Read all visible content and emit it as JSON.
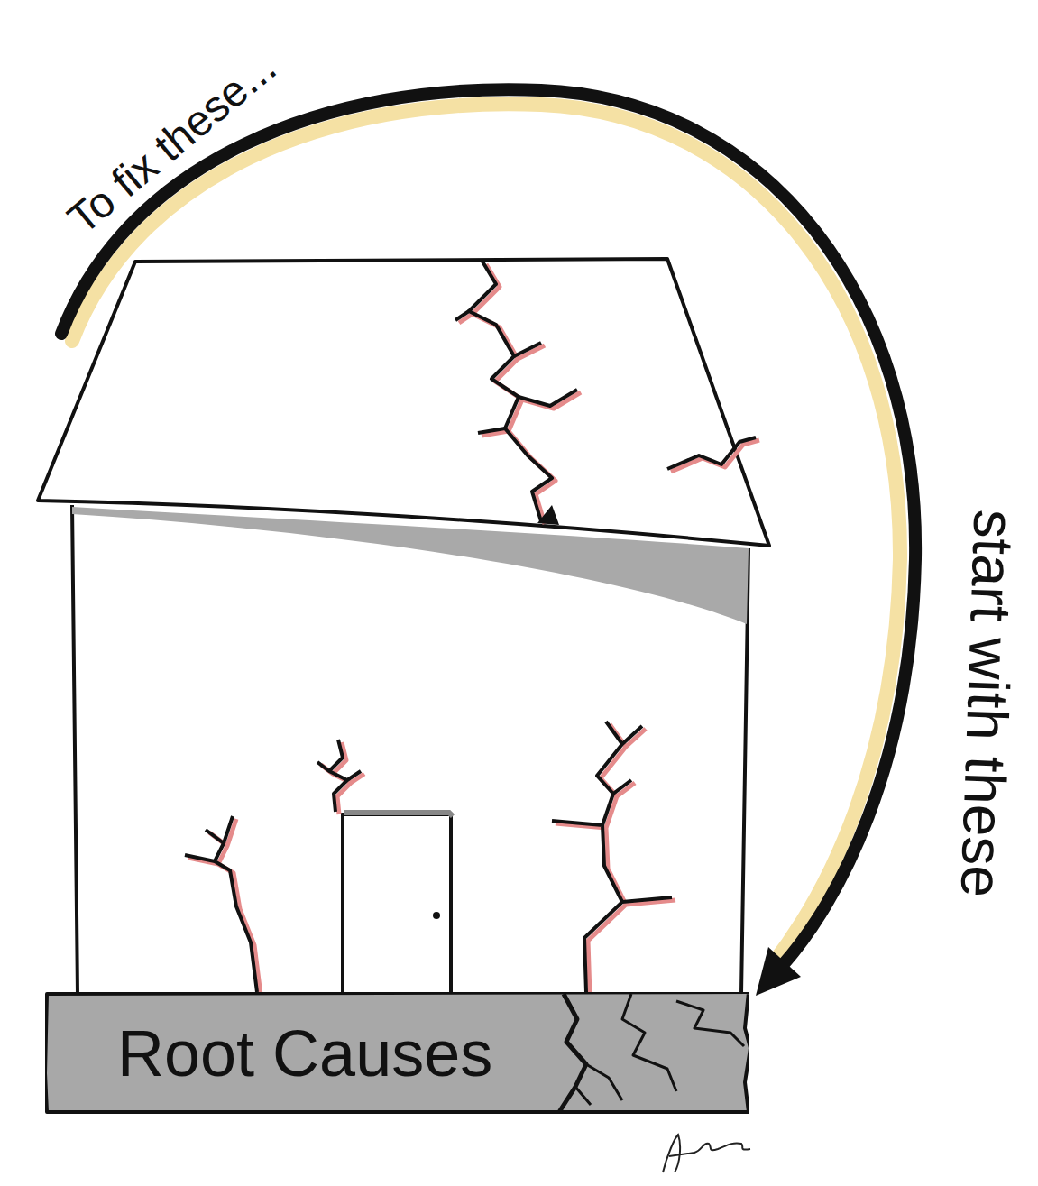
{
  "diagram": {
    "nodes": [
      {
        "text": [
          "Root Causes"
        ]
      }
    ],
    "labels": [
      "To fix these...",
      "start with these"
    ]
  }
}
